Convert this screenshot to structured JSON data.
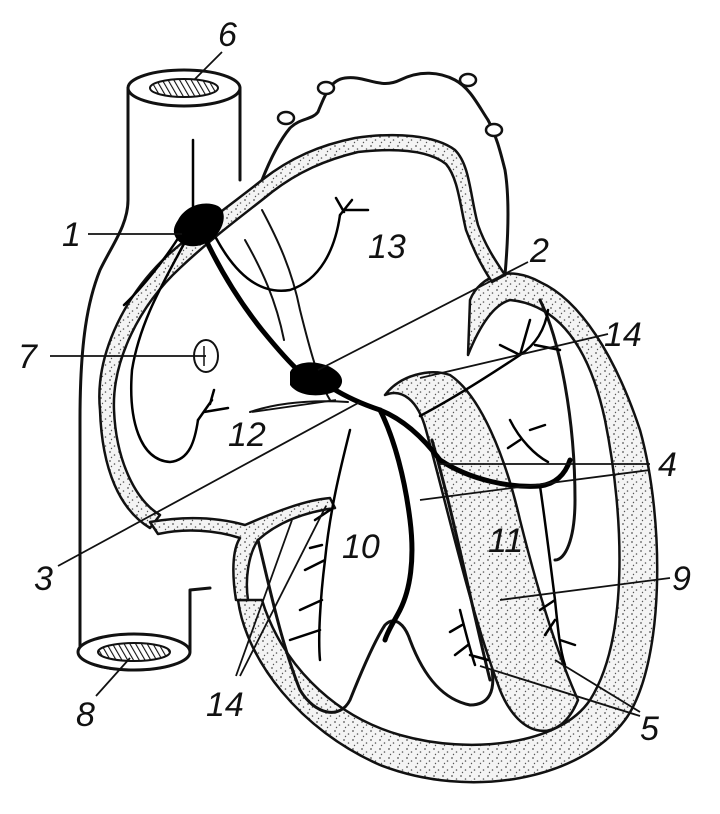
{
  "labels": {
    "l1": "1",
    "l2": "2",
    "l3": "3",
    "l4": "4",
    "l5": "5",
    "l6": "6",
    "l7": "7",
    "l8": "8",
    "l9": "9",
    "l10": "10",
    "l11": "11",
    "l12": "12",
    "l13": "13",
    "l14a": "14",
    "l14b": "14"
  }
}
